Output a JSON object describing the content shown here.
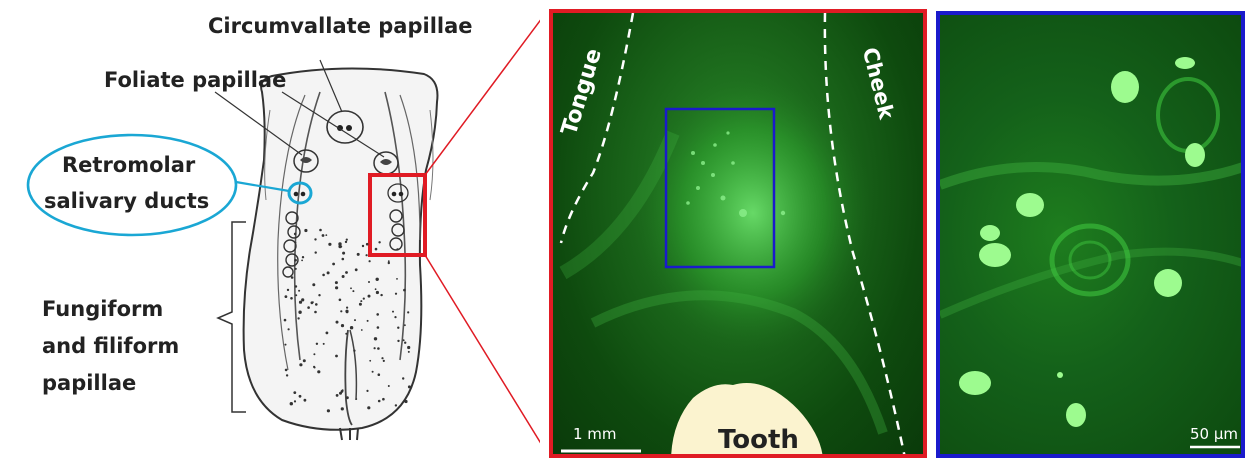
{
  "diagram": {
    "labels": {
      "circumvallate": "Circumvallate papillae",
      "foliate": "Foliate papillae",
      "retromolar_line1": "Retromolar",
      "retromolar_line2": "salivary ducts",
      "fungiform_line1": "Fungiform",
      "fungiform_line2": "and filiform",
      "fungiform_line3": "papillae"
    }
  },
  "micrograph_low": {
    "label_tongue": "Tongue",
    "label_cheek": "Cheek",
    "label_tooth": "Tooth",
    "scale_bar": "1 mm"
  },
  "micrograph_high": {
    "scale_bar": "50 µm"
  },
  "colors": {
    "red_frame": "#e01b24",
    "blue_frame": "#1a1acc",
    "retromolar_highlight": "#1aa7d4",
    "fluorescence": "#1f9a1f",
    "tooth": "#fbf3cf"
  }
}
